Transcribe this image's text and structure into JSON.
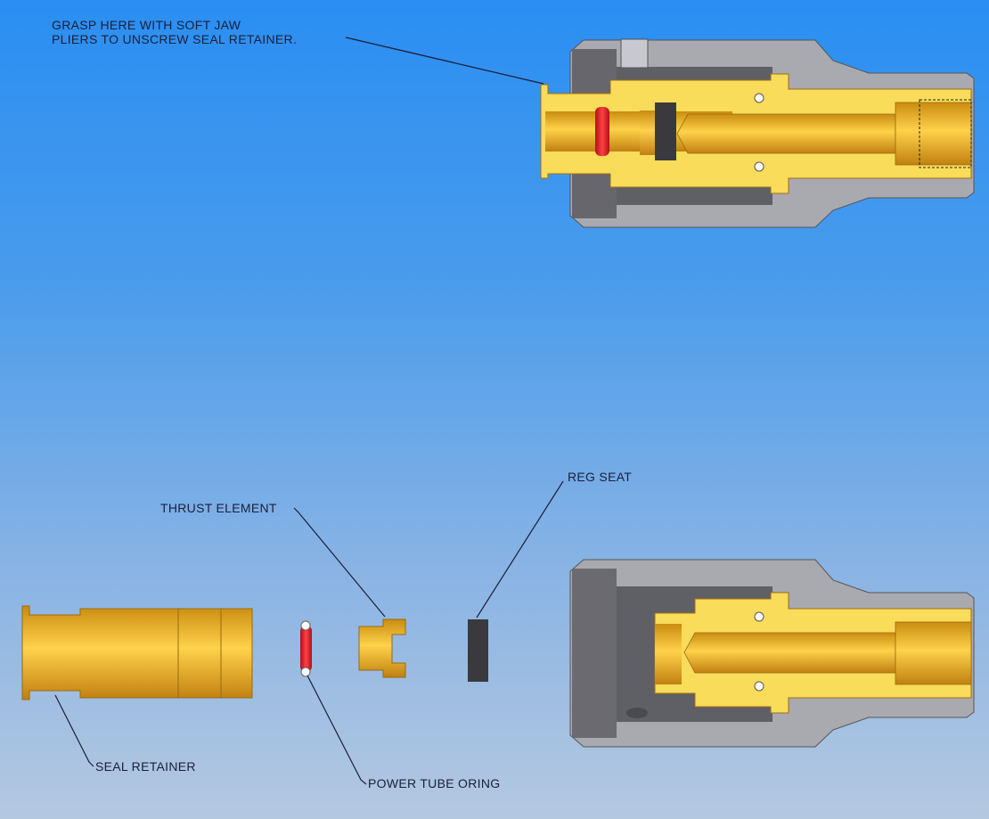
{
  "annotations": {
    "grasp_line1": "GRASP HERE WITH SOFT JAW",
    "grasp_line2": "PLIERS TO UNSCREW SEAL RETAINER.",
    "reg_seat": "REG SEAT",
    "thrust_element": "THRUST ELEMENT",
    "seal_retainer": "SEAL RETAINER",
    "power_tube_oring": "POWER TUBE ORING"
  },
  "colors": {
    "brass": "#f2c230",
    "housing": "#a9a9b0",
    "housing_dark": "#5f5f66",
    "oring": "#e8202a",
    "seat": "#3a3a3e"
  }
}
